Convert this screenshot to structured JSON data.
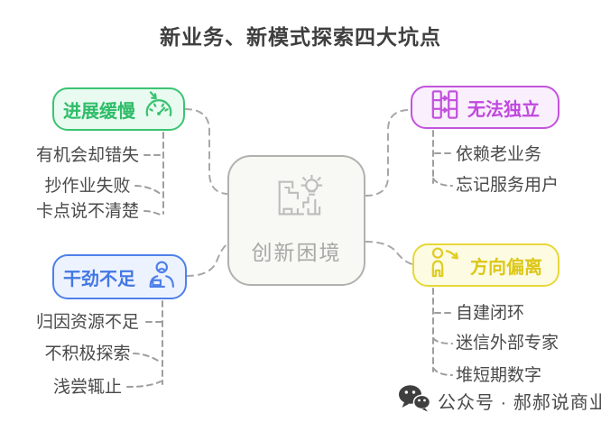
{
  "title": "新业务、新模式探索四大坑点",
  "center": {
    "label": "创新困境",
    "icon": "maze-lightbulb-icon",
    "border_color": "#b1b1ae",
    "fill_color": "#f8f8f5",
    "text_color": "#a8a8a5"
  },
  "branches": [
    {
      "label": "进展缓慢",
      "icon": "gauge-arrow-icon",
      "position": "top-left",
      "color": "#3bc472",
      "fill": "#e9fbf1",
      "items": [
        "有机会却错失",
        "抄作业失败",
        "卡点说不清楚"
      ]
    },
    {
      "label": "无法独立",
      "icon": "linked-blocks-icon",
      "position": "top-right",
      "color": "#c253dd",
      "fill": "#faeffd",
      "items": [
        "依赖老业务",
        "忘记服务用户"
      ]
    },
    {
      "label": "干劲不足",
      "icon": "dejected-person-icon",
      "position": "bottom-left",
      "color": "#4e80ea",
      "fill": "#edf3fe",
      "items": [
        "归因资源不足",
        "不积极探索",
        "浅尝辄止"
      ]
    },
    {
      "label": "方向偏离",
      "icon": "person-veering-arrow-icon",
      "position": "bottom-right",
      "color": "#e6d83a",
      "fill": "#fdfbe1",
      "items": [
        "自建闭环",
        "迷信外部专家",
        "堆短期数字"
      ]
    }
  ],
  "footer": {
    "icon": "wechat-icon",
    "label": "公众号 · 郝郝说商业"
  },
  "connector_color": "#a8a8a8",
  "text_color": "#4a4a4a",
  "title_color": "#3f3f3f"
}
